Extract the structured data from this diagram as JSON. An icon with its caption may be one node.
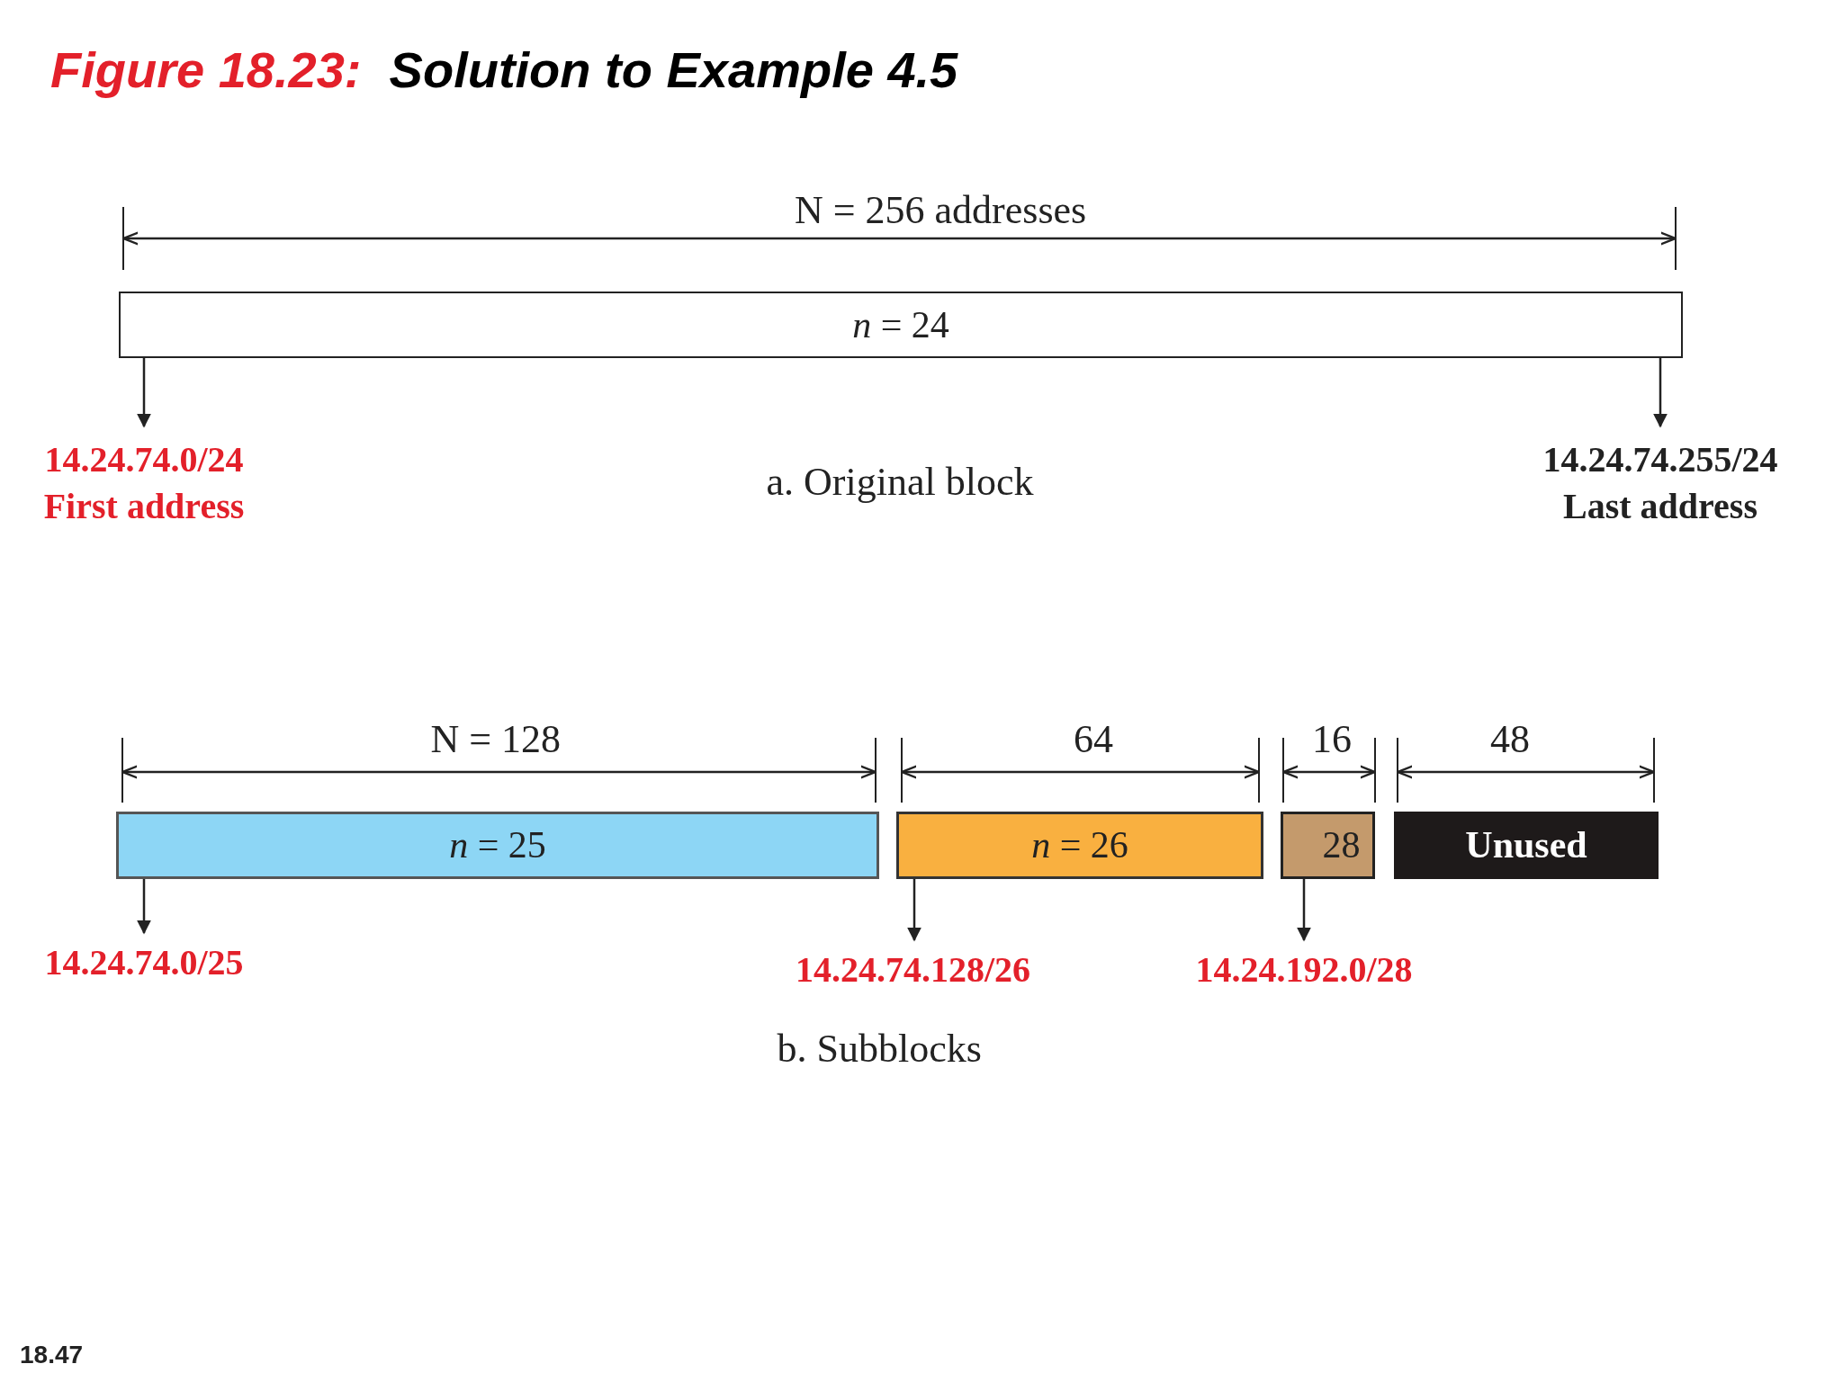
{
  "diagram": {
    "title": "Figure 18.23:  Solution to Example 4.5",
    "nodes": [
      {
        "text": [
          "*n* = 24"
        ]
      },
      {
        "text": [
          "14.24.74.0/24",
          "First address"
        ]
      },
      {
        "text": [
          "14.24.74.255/24",
          "Last address"
        ]
      },
      {
        "text": [
          "*n* = 25"
        ]
      },
      {
        "text": [
          "*n* = 26"
        ]
      },
      {
        "text": [
          "28"
        ]
      },
      {
        "text": [
          "Unused"
        ]
      },
      {
        "text": [
          "14.24.74.0/25"
        ]
      },
      {
        "text": [
          "14.24.74.128/26"
        ]
      },
      {
        "text": [
          "14.24.192.0/28"
        ]
      }
    ],
    "edges": [
      {
        "from": 0,
        "to": 1,
        "arrow": "to"
      },
      {
        "from": 0,
        "to": 2,
        "arrow": "to"
      },
      {
        "from": 3,
        "to": 7,
        "arrow": "to"
      },
      {
        "from": 4,
        "to": 8,
        "arrow": "to"
      },
      {
        "from": 5,
        "to": 9,
        "arrow": "to"
      }
    ],
    "labels": [
      "N = 256 addresses",
      "a. Original block",
      "N = 128",
      "64",
      "16",
      "48",
      "b. Subblocks",
      "18.47"
    ]
  }
}
